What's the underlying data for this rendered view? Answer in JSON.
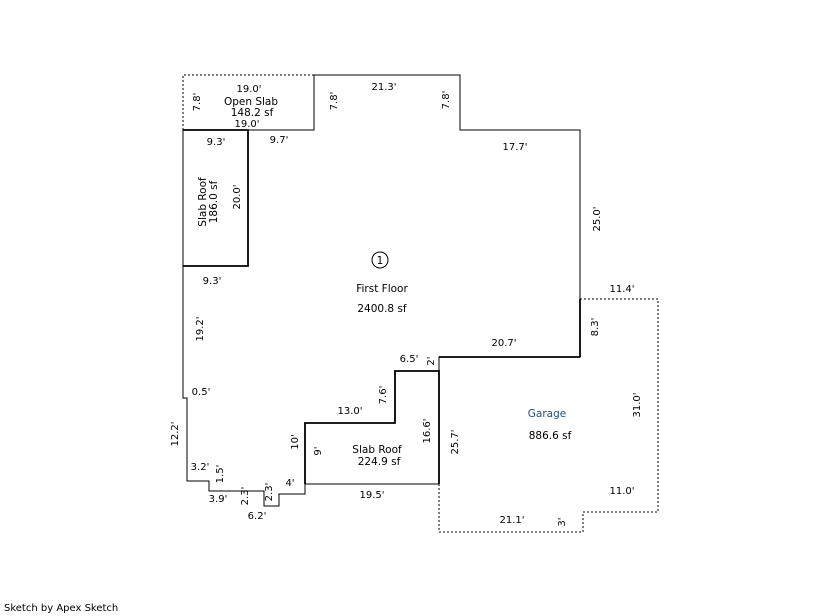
{
  "footer": {
    "credit": "Sketch by Apex Sketch"
  },
  "marker": {
    "number": "1"
  },
  "areas": {
    "open_slab": {
      "name": "Open Slab",
      "area": "148.2 sf"
    },
    "slab_roof_left": {
      "name": "Slab Roof",
      "area": "186.0 sf"
    },
    "first_floor": {
      "name": "First Floor",
      "area": "2400.8 sf"
    },
    "slab_roof_bottom": {
      "name": "Slab Roof",
      "area": "224.9 sf"
    },
    "garage": {
      "name": "Garage",
      "area": "886.6 sf"
    }
  },
  "dimensions": {
    "open_slab_top": "19.0'",
    "open_slab_bottom": "19.0'",
    "open_slab_left": "7.8'",
    "open_slab_right": "7.8'",
    "top_main": "21.3'",
    "top_right_drop": "7.8'",
    "upper_right_run": "17.7'",
    "right_side": "25.0'",
    "slab_left_top": "9.3'",
    "slab_left_right": "20.0'",
    "slab_left_bottom": "9.3'",
    "inner_top": "9.7'",
    "left_upper": "19.2'",
    "left_jog": "0.5'",
    "left_lower": "12.2'",
    "step_a_top": "3.2'",
    "step_a_side": "1.5'",
    "step_b_bottom": "3.9'",
    "step_c_left": "2.3'",
    "step_c_bottom": "6.2'",
    "step_c_right": "2.3'",
    "step_d": "4'",
    "slab_bottom_left": "10'",
    "slab_bottom_top": "13.0'",
    "slab_bottom_inner": "9'",
    "slab_bottom_notch": "7.6'",
    "slab_bottom_top_right": "6.5'",
    "slab_bottom_right": "16.6'",
    "slab_bottom_base": "19.5'",
    "notch_small": "2'",
    "garage_top_left": "20.7'",
    "garage_upper_right": "8.3'",
    "garage_top_right": "11.4'",
    "garage_left": "25.7'",
    "garage_right": "31.0'",
    "garage_bottom_right": "11.0'",
    "garage_bottom_step": "3'",
    "garage_bottom": "21.1'"
  }
}
